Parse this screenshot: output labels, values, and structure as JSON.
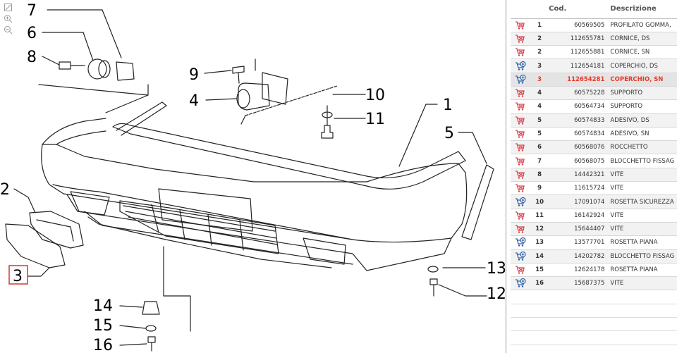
{
  "diagram": {
    "tools": [
      {
        "name": "reset-view-icon"
      },
      {
        "name": "zoom-in-icon"
      },
      {
        "name": "zoom-out-icon"
      }
    ],
    "callouts": [
      {
        "id": "c7",
        "label": "7"
      },
      {
        "id": "c6",
        "label": "6"
      },
      {
        "id": "c8",
        "label": "8"
      },
      {
        "id": "c9",
        "label": "9"
      },
      {
        "id": "c4",
        "label": "4"
      },
      {
        "id": "c10",
        "label": "10"
      },
      {
        "id": "c11",
        "label": "11"
      },
      {
        "id": "c1",
        "label": "1"
      },
      {
        "id": "c5",
        "label": "5"
      },
      {
        "id": "c2",
        "label": "2"
      },
      {
        "id": "c3",
        "label": "3",
        "selected": true
      },
      {
        "id": "c13",
        "label": "13"
      },
      {
        "id": "c12",
        "label": "12"
      },
      {
        "id": "c14",
        "label": "14"
      },
      {
        "id": "c15",
        "label": "15"
      },
      {
        "id": "c16",
        "label": "16"
      }
    ]
  },
  "table": {
    "headers": {
      "code": "Cod.",
      "description": "Descrizione"
    },
    "rows": [
      {
        "icon": "cart-red",
        "qty": "1",
        "code": "60569505",
        "desc": "PROFILATO GOMMA,"
      },
      {
        "icon": "cart-red",
        "qty": "2",
        "code": "112655781",
        "desc": "CORNICE, DS"
      },
      {
        "icon": "cart-red",
        "qty": "2",
        "code": "112655881",
        "desc": "CORNICE, SN"
      },
      {
        "icon": "cart-add",
        "qty": "3",
        "code": "112654181",
        "desc": "COPERCHIO, DS"
      },
      {
        "icon": "cart-add",
        "qty": "3",
        "code": "112654281",
        "desc": "COPERCHIO, SN",
        "selected": true
      },
      {
        "icon": "cart-red",
        "qty": "4",
        "code": "60575228",
        "desc": "SUPPORTO"
      },
      {
        "icon": "cart-red",
        "qty": "4",
        "code": "60564734",
        "desc": "SUPPORTO"
      },
      {
        "icon": "cart-red",
        "qty": "5",
        "code": "60574833",
        "desc": "ADESIVO, DS"
      },
      {
        "icon": "cart-red",
        "qty": "5",
        "code": "60574834",
        "desc": "ADESIVO, SN"
      },
      {
        "icon": "cart-red",
        "qty": "6",
        "code": "60568076",
        "desc": "ROCCHETTO"
      },
      {
        "icon": "cart-red",
        "qty": "7",
        "code": "60568075",
        "desc": "BLOCCHETTO FISSAG"
      },
      {
        "icon": "cart-red",
        "qty": "8",
        "code": "14442321",
        "desc": "VITE"
      },
      {
        "icon": "cart-red",
        "qty": "9",
        "code": "11615724",
        "desc": "VITE"
      },
      {
        "icon": "cart-add",
        "qty": "10",
        "code": "17091074",
        "desc": "ROSETTA SICUREZZA"
      },
      {
        "icon": "cart-red",
        "qty": "11",
        "code": "16142924",
        "desc": "VITE"
      },
      {
        "icon": "cart-red",
        "qty": "12",
        "code": "15644407",
        "desc": "VITE"
      },
      {
        "icon": "cart-add",
        "qty": "13",
        "code": "13577701",
        "desc": "ROSETTA PIANA"
      },
      {
        "icon": "cart-add",
        "qty": "14",
        "code": "14202782",
        "desc": "BLOCCHETTO FISSAG"
      },
      {
        "icon": "cart-red",
        "qty": "15",
        "code": "12624178",
        "desc": "ROSETTA PIANA"
      },
      {
        "icon": "cart-add",
        "qty": "16",
        "code": "15687375",
        "desc": "VITE"
      }
    ],
    "colors": {
      "selected_text": "#e53a2a",
      "cart_red": "#d9434f",
      "cart_add": "#2f5fa8"
    }
  }
}
